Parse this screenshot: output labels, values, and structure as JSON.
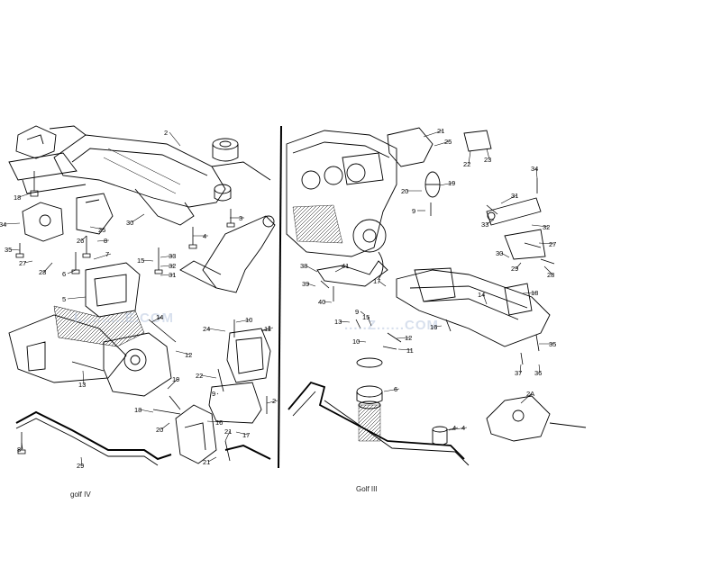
{
  "captions": {
    "left": "golf IV",
    "right": "Golf III"
  },
  "watermark": {
    "left": "I..........E.COM",
    "right": ".....Z......COM"
  },
  "left_callouts": [
    "2",
    "3",
    "4",
    "30",
    "18",
    "34",
    "26",
    "25",
    "8",
    "35",
    "27",
    "28",
    "7",
    "6",
    "5",
    "15",
    "33",
    "32",
    "31",
    "14",
    "24",
    "10",
    "1",
    "12",
    "13",
    "19",
    "22",
    "9",
    "18",
    "20",
    "16",
    "21",
    "17",
    "21",
    "8",
    "29",
    "2",
    "11"
  ],
  "right_callouts": [
    "21",
    "25",
    "22",
    "23",
    "34",
    "20",
    "19",
    "9",
    "31",
    "32",
    "33",
    "27",
    "30",
    "28",
    "29",
    "38",
    "41",
    "39",
    "40",
    "17",
    "14",
    "18",
    "13",
    "15",
    "9",
    "10",
    "12",
    "16",
    "11",
    "4",
    "6",
    "35",
    "37",
    "36",
    "2A",
    "4"
  ],
  "colors": {
    "ink": "#000000",
    "watermark": "#b9c8e0",
    "background": "#ffffff"
  }
}
